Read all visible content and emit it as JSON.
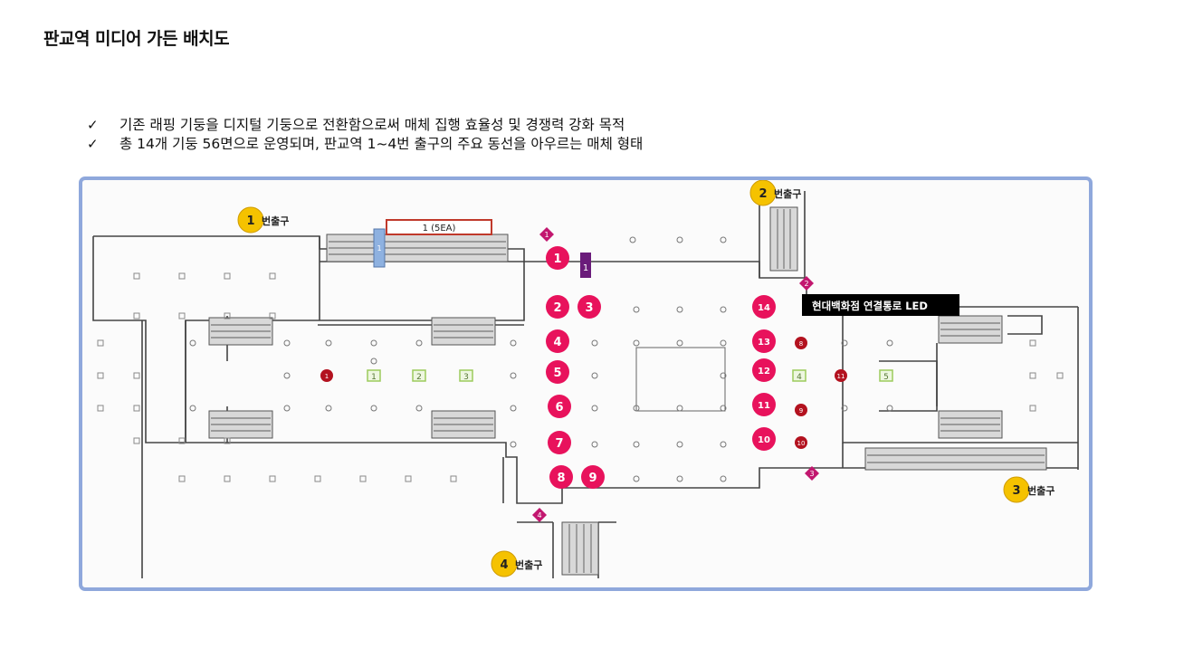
{
  "title": "판교역 미디어 가든 배치도",
  "bullets": [
    {
      "mark": "✓",
      "text": "기존 래핑 기둥을 디지털 기둥으로 전환함으로써 매체 집행 효율성 및 경쟁력 강화 목적"
    },
    {
      "mark": "✓",
      "text": "총 14개 기둥 56면으로 운영되며, 판교역 1~4번 출구의 주요 동선을 아우르는 매체 형태"
    }
  ],
  "map": {
    "exit_suffix": "번출구",
    "exits": [
      {
        "number": "1"
      },
      {
        "number": "2"
      },
      {
        "number": "3"
      },
      {
        "number": "4"
      }
    ],
    "existing_media_label": "1 (5EA)",
    "connector_label": "현대백화점 연결통로 LED",
    "media_pillars": [
      "1",
      "2",
      "3",
      "4",
      "5",
      "6",
      "7",
      "8",
      "9",
      "10",
      "11",
      "12",
      "13",
      "14"
    ],
    "small_markers_red": [
      "1",
      "8",
      "9",
      "10",
      "11"
    ],
    "green_markers": [
      "1",
      "2",
      "3",
      "4",
      "5"
    ],
    "gate_markers": [
      "1",
      "2",
      "3",
      "4"
    ],
    "purple_marker": "1",
    "blue_marker": "1",
    "colors": {
      "frame": "#8fa8dc",
      "pillar": "#e8125c",
      "exit_badge": "#f5c200",
      "gate": "#c2176f",
      "purple": "#6a1b7a",
      "blue": "#8eb1e0",
      "green": "#9ccb5c",
      "dark_red": "#b3121f"
    }
  }
}
